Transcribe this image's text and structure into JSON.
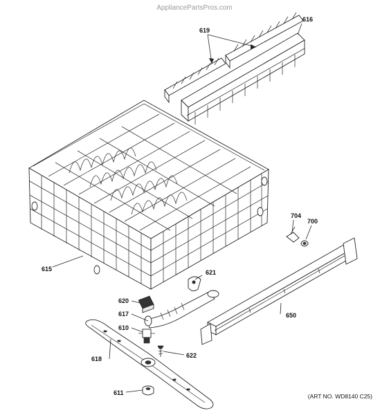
{
  "watermark": "AppliancePartsPros.com",
  "art_number": "(ART NO. WD8140 C25)",
  "parts": {
    "p616": "616",
    "p619": "619",
    "p615": "615",
    "p704": "704",
    "p700": "700",
    "p621": "621",
    "p620": "620",
    "p617": "617",
    "p610": "610",
    "p650": "650",
    "p618": "618",
    "p622": "622",
    "p611": "611"
  }
}
